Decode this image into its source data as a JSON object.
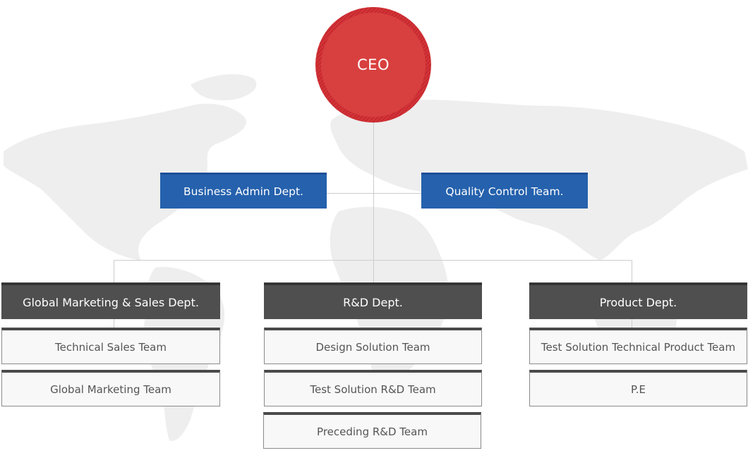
{
  "ceo": {
    "label": "CEO"
  },
  "staff": [
    {
      "label": "Business Admin Dept."
    },
    {
      "label": "Quality Control Team."
    }
  ],
  "departments": [
    {
      "label": "Global Marketing & Sales Dept.",
      "teams": [
        "Technical Sales Team",
        "Global Marketing Team"
      ]
    },
    {
      "label": "R&D Dept.",
      "teams": [
        "Design Solution Team",
        "Test Solution R&D Team",
        "Preceding R&D Team"
      ]
    },
    {
      "label": "Product  Dept.",
      "teams": [
        "Test Solution Technical Product Team",
        "P.E"
      ]
    }
  ],
  "colors": {
    "ceo": "#d8403f",
    "staff": "#2561ad",
    "department": "#4f4f4f",
    "team_bg": "#f8f8f8",
    "connector": "#cccccc"
  }
}
